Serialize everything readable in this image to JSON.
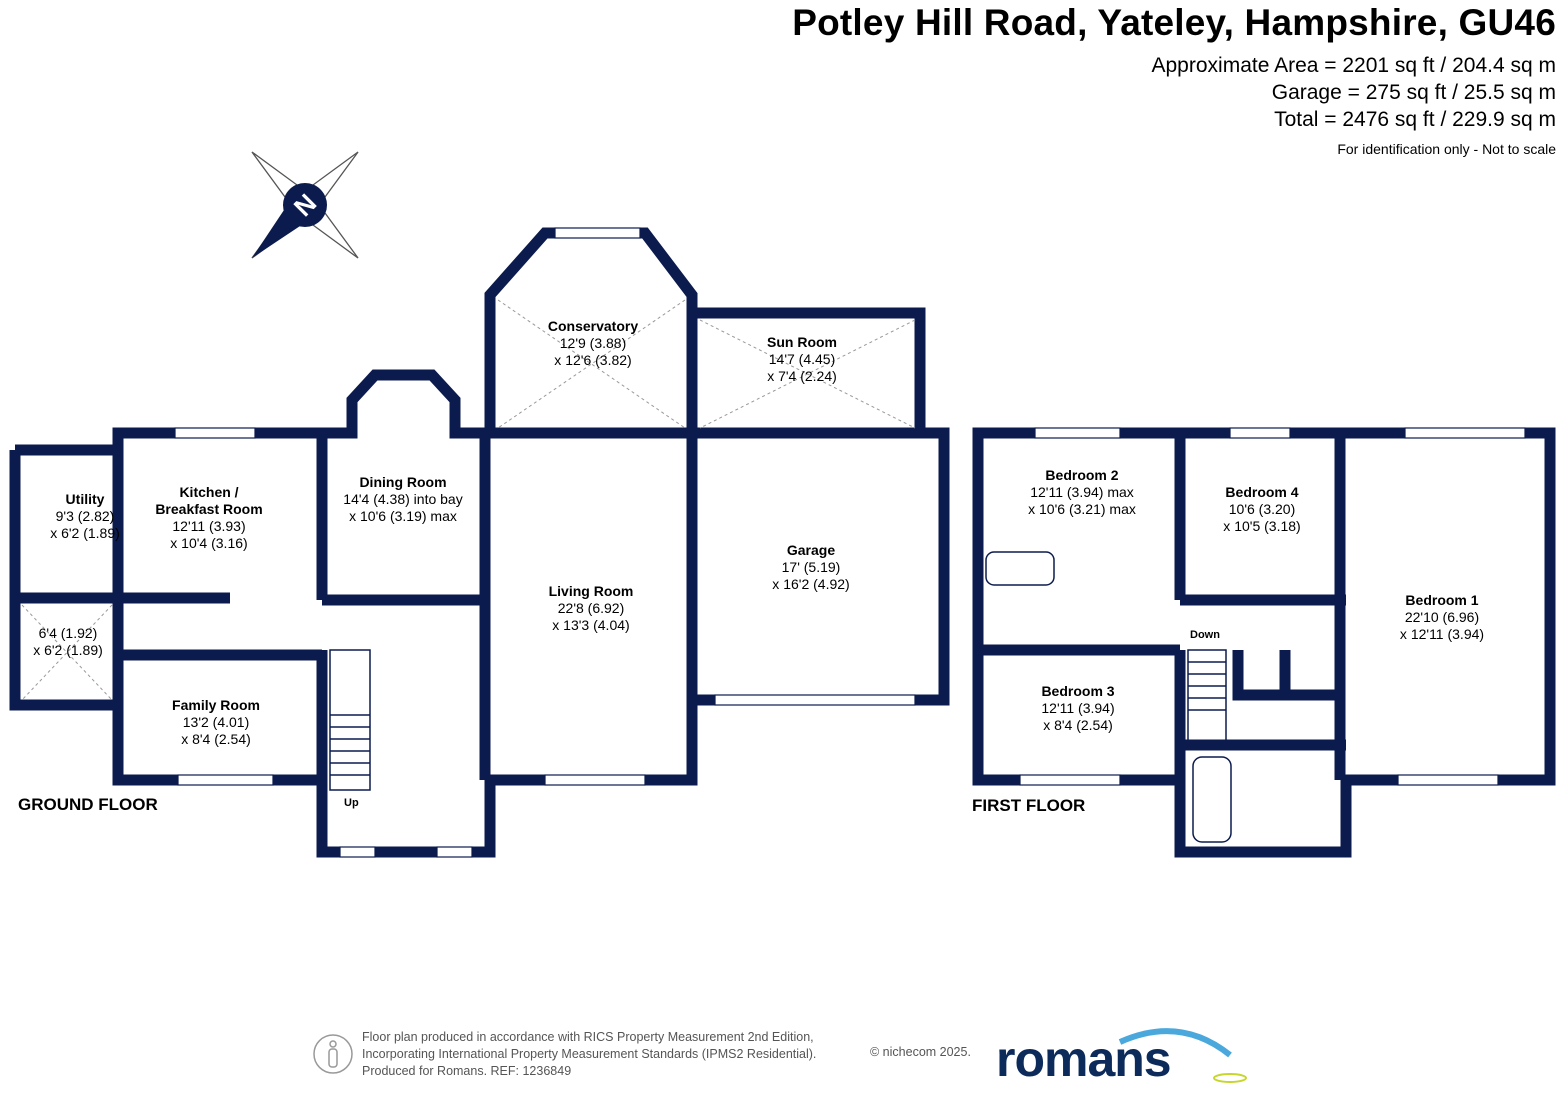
{
  "header": {
    "title": "Potley Hill Road, Yateley, Hampshire, GU46",
    "area_lines": [
      "Approximate Area = 2201 sq ft / 204.4 sq m",
      "Garage = 275 sq ft / 25.5 sq m",
      "Total = 2476 sq ft / 229.9 sq m"
    ],
    "note": "For identification only - Not to scale"
  },
  "compass": {
    "letter": "N"
  },
  "floors": {
    "ground": "GROUND FLOOR",
    "first": "FIRST FLOOR"
  },
  "stairs": {
    "up": "Up",
    "down": "Down"
  },
  "rooms": {
    "utility": {
      "name": "Utility",
      "dims": [
        "9'3 (2.82)",
        "x 6'2 (1.89)"
      ]
    },
    "porch": {
      "name": "",
      "dims": [
        "6'4 (1.92)",
        "x 6'2 (1.89)"
      ]
    },
    "kitchen": {
      "name": "Kitchen / Breakfast Room",
      "name_lines": [
        "Kitchen /",
        "Breakfast Room"
      ],
      "dims": [
        "12'11 (3.93)",
        "x 10'4 (3.16)"
      ]
    },
    "dining": {
      "name": "Dining Room",
      "dims": [
        "14'4 (4.38) into bay",
        "x 10'6 (3.19) max"
      ]
    },
    "conservatory": {
      "name": "Conservatory",
      "dims": [
        "12'9 (3.88)",
        "x 12'6 (3.82)"
      ]
    },
    "sunroom": {
      "name": "Sun Room",
      "dims": [
        "14'7 (4.45)",
        "x 7'4 (2.24)"
      ]
    },
    "living": {
      "name": "Living Room",
      "dims": [
        "22'8 (6.92)",
        "x 13'3 (4.04)"
      ]
    },
    "garage": {
      "name": "Garage",
      "dims": [
        "17' (5.19)",
        "x 16'2 (4.92)"
      ]
    },
    "family": {
      "name": "Family Room",
      "dims": [
        "13'2 (4.01)",
        "x 8'4 (2.54)"
      ]
    },
    "bedroom2": {
      "name": "Bedroom 2",
      "dims": [
        "12'11 (3.94) max",
        "x 10'6 (3.21) max"
      ]
    },
    "bedroom4": {
      "name": "Bedroom 4",
      "dims": [
        "10'6 (3.20)",
        "x 10'5 (3.18)"
      ]
    },
    "bedroom1": {
      "name": "Bedroom 1",
      "dims": [
        "22'10 (6.96)",
        "x 12'11 (3.94)"
      ]
    },
    "bedroom3": {
      "name": "Bedroom 3",
      "dims": [
        "12'11 (3.94)",
        "x 8'4 (2.54)"
      ]
    }
  },
  "footer": {
    "lines": [
      "Floor plan produced in accordance with RICS Property Measurement 2nd Edition,",
      "Incorporating International Property Measurement Standards (IPMS2 Residential).",
      "Produced for Romans.    REF:  1236849"
    ],
    "copyright": "© nichecom 2025.",
    "logo": "romans"
  },
  "colors": {
    "wall": "#0c1b4d",
    "logo": "#0c2a5a",
    "logo_swoosh": "#4aa8dc",
    "logo_accent": "#c7d62a"
  }
}
